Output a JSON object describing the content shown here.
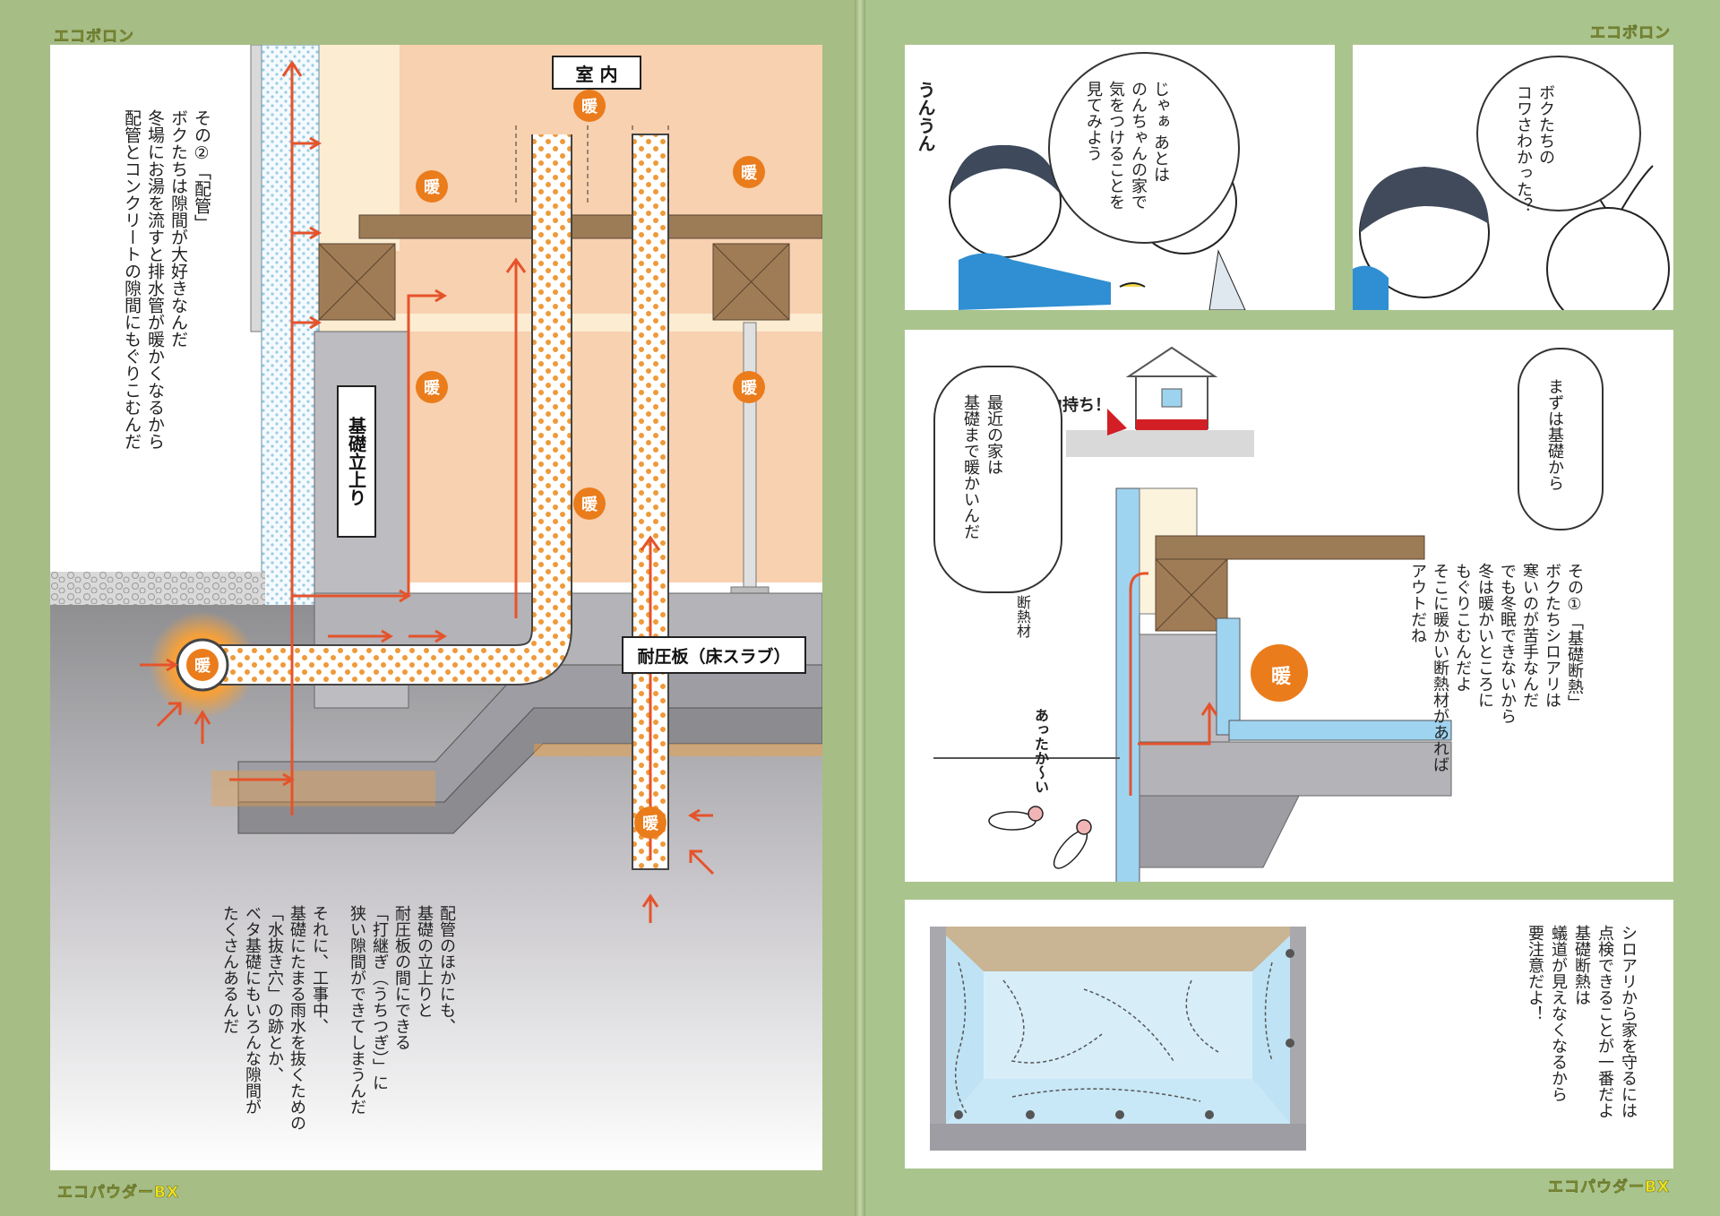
{
  "brand": {
    "top_left": "エコボロン",
    "top_right": "エコボロン",
    "bottom_left": "エコパウダーBX",
    "bottom_right": "エコパウダーBX"
  },
  "left_page": {
    "intro_text": "その②「配管」\nボクたちは隙間が大好きなんだ\n冬場にお湯を流すと排水管が暖かくなるから\n配管とコンクリートの隙間にもぐりこむんだ",
    "label_room": "室 内",
    "label_foundation": "基礎立上り",
    "label_slab": "耐圧板（床スラブ）",
    "warm_label": "暖",
    "bottom_text_1": "配管のほかにも、\n基礎の立上りと\n耐圧板の間にできる\n「打継ぎ（うちつぎ）」に\n狭い隙間ができてしまうんだ",
    "bottom_text_2": "それに、工事中、\n基礎にたまる雨水を抜くための\n「水抜き穴」の跡とか、\nベタ基礎にもいろんな隙間が\nたくさんあるんだ"
  },
  "right_page": {
    "panel1": {
      "sfx": "うんうん",
      "speech": "じゃぁ あとは\nのんちゃんの家で\n気をつけることを\n見てみよう"
    },
    "panel2": {
      "speech": "ボクたちの\nコワさわかった？"
    },
    "panel3": {
      "house_caption": "縁の下の力持ち！",
      "speech_left": "最近の家は\n基礎まで暖かいんだ",
      "speech_right": "まずは基礎から",
      "narration": "その①「基礎断熱」\nボクたちシロアリは\n寒いのが苦手なんだ\nでも冬眠できないから\n冬は暖かいところに\nもぐりこむんだよ\nそこに暖かい断熱材があれば\nアウトだね",
      "insulation_label": "断熱材",
      "warm_sfx": "あったか〜い",
      "warm_label": "暖"
    },
    "panel4": {
      "narration": "シロアリから家を守るには\n点検できることが一番だよ\n基礎断熱は\n蟻道が見えなくなるから\n要注意だよ！"
    }
  }
}
